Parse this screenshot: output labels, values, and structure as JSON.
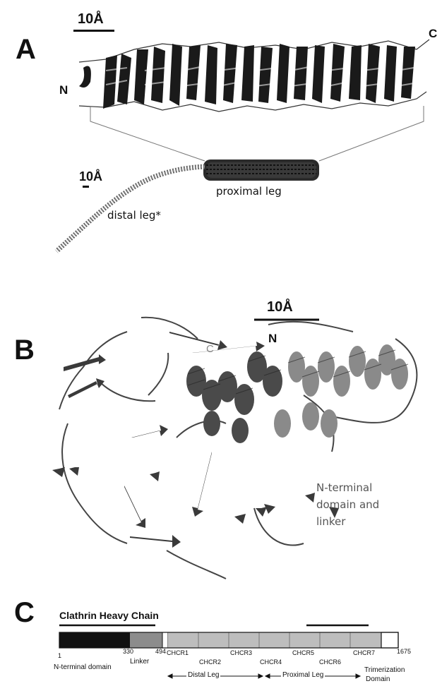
{
  "panelA": {
    "letter": "A",
    "scale_top": "10Å",
    "scale_bottom": "10Å",
    "term_n": "N",
    "term_c": "C",
    "proximal_label": "proximal leg",
    "distal_label": "distal leg*"
  },
  "panelB": {
    "letter": "B",
    "scale": "10Å",
    "term_c": "C",
    "term_n": "N",
    "annotation": [
      "N-terminal",
      "domain and",
      "linker"
    ]
  },
  "panelC": {
    "letter": "C",
    "title": "Clathrin Heavy Chain",
    "positions": [
      "1",
      "330",
      "494",
      "1675"
    ],
    "repeats_top": [
      "CHCR1",
      "CHCR3",
      "CHCR5",
      "CHCR7"
    ],
    "repeats_bottom": [
      "CHCR2",
      "CHCR4",
      "CHCR6"
    ],
    "domains": [
      "N-terminal domain",
      "Linker",
      "Distal Leg",
      "Proximal Leg",
      "Trimerization",
      "Domain"
    ]
  },
  "colors": {
    "ink": "#111111",
    "helix_dark": "#1a1a1a",
    "strand_gray": "#555555",
    "helix_light": "#8a8a8a"
  }
}
